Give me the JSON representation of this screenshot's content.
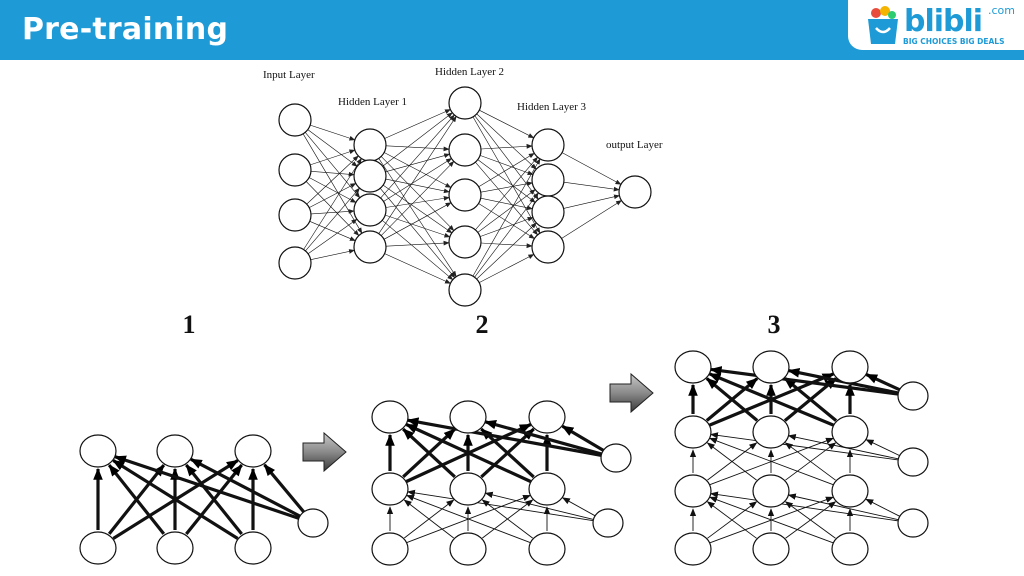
{
  "header": {
    "title": "Pre-training",
    "logo": {
      "wordmark": "blibli",
      "suffix": ".com",
      "tagline": "BIG CHOICES  BIG DEALS"
    },
    "colors": {
      "banner": "#1e9bd7",
      "logo_bag": "#1e9bd7"
    }
  },
  "top_diagram": {
    "labels": {
      "input": "Input Layer",
      "hidden1": "Hidden Layer 1",
      "hidden2": "Hidden Layer 2",
      "hidden3": "Hidden Layer 3",
      "output": "output Layer"
    },
    "layer_node_counts": [
      4,
      4,
      5,
      4,
      1
    ]
  },
  "steps": [
    {
      "number": "1"
    },
    {
      "number": "2"
    },
    {
      "number": "3"
    }
  ],
  "arrow_icons": [
    "step-arrow-icon",
    "step-arrow-icon"
  ]
}
